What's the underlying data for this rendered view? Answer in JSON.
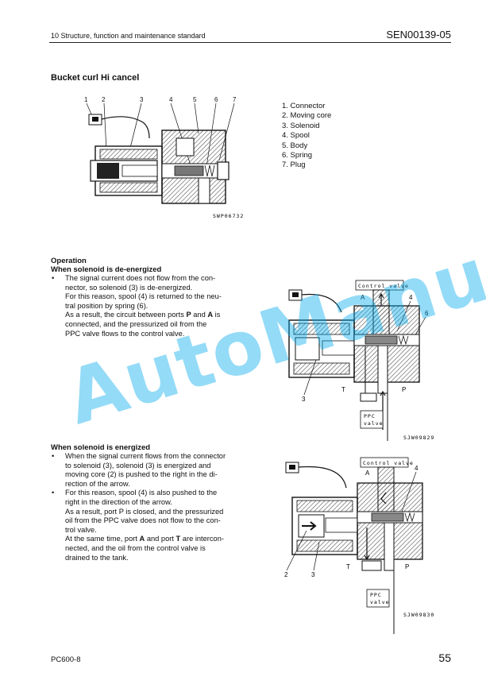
{
  "header": {
    "section": "10 Structure, function and maintenance standard",
    "doc_code": "SEN00139-05"
  },
  "title": "Bucket curl Hi cancel",
  "parts": [
    "1. Connector",
    "2. Moving core",
    "3. Solenoid",
    "4. Spool",
    "5. Body",
    "6. Spring",
    "7. Plug"
  ],
  "fig1": {
    "code": "SWP06732",
    "callouts": [
      "1",
      "2",
      "3",
      "4",
      "5",
      "6",
      "7"
    ]
  },
  "operation": {
    "heading": "Operation",
    "deenergized": {
      "heading": "When solenoid is de-energized",
      "b1_l1": "The signal current does not flow from the con-",
      "b1_l2": "nector, so solenoid (3) is de-energized.",
      "b1_l3": "For this reason, spool (4) is returned to the neu-",
      "b1_l4": "tral position by spring (6).",
      "b1_l5a": "As a result, the circuit between ports ",
      "port_p": "P",
      "and": " and ",
      "port_a": "A",
      "b1_l5b": " is",
      "b1_l6": "connected, and the pressurized oil from the",
      "b1_l7": "PPC valve flows to the control valve."
    },
    "energized": {
      "heading": "When solenoid is energized",
      "b1_l1": "When the signal current flows from the connector",
      "b1_l2": "to solenoid (3), solenoid (3) is energized and",
      "b1_l3": "moving core (2) is pushed to the right in the di-",
      "b1_l4": "rection of the arrow.",
      "b2_l1": "For this reason, spool (4) is also pushed to the",
      "b2_l2": "right in the direction of the arrow.",
      "b2_l3": "As a result, port P is closed, and the pressurized",
      "b2_l4": "oil from the PPC valve does not flow to the con-",
      "b2_l5": "trol valve.",
      "b2_l6a": "At the same time, port ",
      "port_a": "A",
      "and": " and port ",
      "port_t": "T",
      "b2_l6b": " are intercon-",
      "b2_l7": "nected, and the oil from the control valve is",
      "b2_l8": "drained to the tank."
    }
  },
  "fig2": {
    "code": "SJW09829",
    "control_valve": "Control valve",
    "ppc1": "PPC",
    "ppc2": "valve",
    "port_a": "A",
    "port_t": "T",
    "port_p": "P",
    "c4": "4",
    "c6": "6",
    "c3": "3"
  },
  "fig3": {
    "code": "SJW09830",
    "control_valve": "Control valve",
    "ppc1": "PPC",
    "ppc2": "valve",
    "port_a": "A",
    "port_t": "T",
    "port_p": "P",
    "c4": "4",
    "c2": "2",
    "c3": "3"
  },
  "watermark": "AutoManual",
  "footer": {
    "model": "PC600-8",
    "page": "55"
  }
}
